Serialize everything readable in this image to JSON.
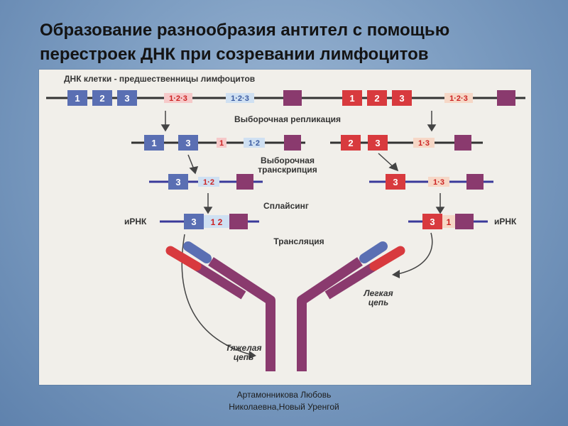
{
  "title": {
    "line1": "Образование разнообразия антител с помощью",
    "line2": "перестроек ДНК при созревании лимфоцитов"
  },
  "figure": {
    "germline_label": "ДНК клетки - предшественницы лимфоцитов",
    "replication_label": "Выборочная репликация",
    "transcription_label_1": "Выборочная",
    "transcription_label_2": "транскрипция",
    "splicing_label": "Сплайсинг",
    "mrna_label_left": "иРНК",
    "mrna_label_right": "иРНК",
    "translation_label": "Трансляция",
    "light_chain_label_1": "Легкая",
    "light_chain_label_2": "цепь",
    "heavy_chain_label_1": "Тяжелая",
    "heavy_chain_label_2": "цепь",
    "segment_labels": {
      "one": "1",
      "two": "2",
      "three": "3",
      "small_row_1": "1·2·3",
      "small_row_2a": "1·2·3",
      "small_row_2b": "1·2·3",
      "rep_left_small": "1",
      "rep_left_small2": "1·2",
      "rep_right_small": "1·3",
      "tr_left_small": "1·2",
      "tr_right_small": "1·3",
      "mrna_left_small": "1 2",
      "mrna_right_small": "1"
    },
    "colors": {
      "blue": "#5a6fb3",
      "red": "#d83a3e",
      "purple": "#8a3a6e",
      "light_blue": "#a9c4e4",
      "light_red": "#eaa6a6",
      "line": "#333333"
    }
  },
  "footer": {
    "line1": "Артамонникова Любовь",
    "line2": "Николаевна,Новый Уренгой"
  }
}
